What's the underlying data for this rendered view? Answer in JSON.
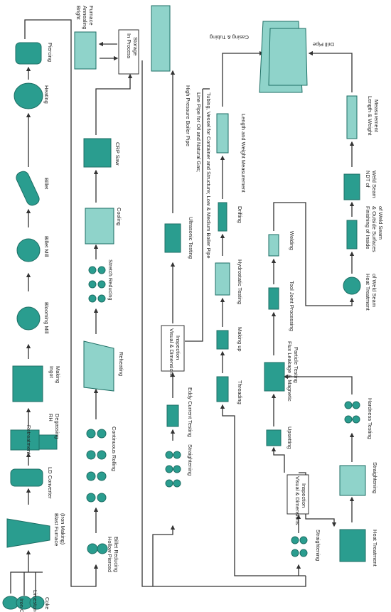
{
  "accent_color": "#2a9d8f",
  "line_color": "#333333",
  "raw_materials": {
    "iron_ore": "Iron Ore",
    "limestone": "Limestone",
    "coke": "Coke"
  },
  "steelmaking": {
    "blast_furnace_l1": "Blast Furnace",
    "blast_furnace_l2": "(Iron Making)",
    "ld_converter": "LD Converter",
    "retreatment": "Retreatment",
    "rh_degassing_l1": "RH",
    "rh_degassing_l2": "Degassing",
    "ingot_making_l1": "Ingot",
    "ingot_making_l2": "Making",
    "blooming_mill": "Blooming Mill",
    "billet_mill": "Billet Mill",
    "billet": "Billet",
    "heating": "Heating",
    "piercing": "Piercing"
  },
  "rolling_line": {
    "hollow_pierced_l1": "Hollow Pierced",
    "hollow_pierced_l2": "Billet Reducing",
    "continuous_rolling": "Continuous Rolling",
    "reheating": "Reheating",
    "stretch_reducing": "Stretch Reducing",
    "cooling": "Cooling",
    "crp_saw": "CRP Saw",
    "bright_annealing_l1": "Bright",
    "bright_annealing_l2": "Annealing",
    "bright_annealing_l3": "Furnace",
    "in_process_l1": "In Process",
    "in_process_l2": "Storage"
  },
  "boiler_line": {
    "straightening": "Straightening",
    "eddy_current": "Eddy Current Testing",
    "visual_l1": "Visual & Dimensions",
    "visual_l2": "Inspection",
    "ultrasonic": "Ultrasonic Testing",
    "high_pressure": "High Pressure Boiler Pipe",
    "line_pipe": "Line Pipe for Oil and Natural Gas;",
    "tubing_vessel": "Tubing, Vessel for Container and Structure; Low & Medium Boiler Pipe"
  },
  "casing_line": {
    "threading": "Threading",
    "making_up": "Making up",
    "hydrostatic": "Hydrostatic Testing",
    "drifting": "Drifting",
    "length_weight": "Length and Weight Measurement",
    "casing_tubing": "Casing & Tubing"
  },
  "heat_treat_line": {
    "straightening": "Straightening",
    "visual_l1": "Visual & Dimensions",
    "visual_l2": "Inspection",
    "heat_treatment": "Heat Treatment",
    "straightening2": "Straightening",
    "hardness": "Hardness Testing",
    "upsetting": "Upsetting",
    "flux_l1": "Flux Leakage & Magnetic",
    "flux_l2": "Particle Testing",
    "tool_joint": "Tool Joint Processing",
    "welding": "Welding",
    "heat_treat_weld_l1": "Heat Treatment",
    "heat_treat_weld_l2": "of Weld Seam",
    "finishing_l1": "Finishing of Inside",
    "finishing_l2": "& Outside Surfaces",
    "finishing_l3": "of Weld Seam",
    "ndt_l1": "NDT of",
    "ndt_l2": "Weld Seam",
    "length_weight_l1": "Length & Weight",
    "length_weight_l2": "Measurement",
    "drill_pipe": "Drill Pipe"
  }
}
